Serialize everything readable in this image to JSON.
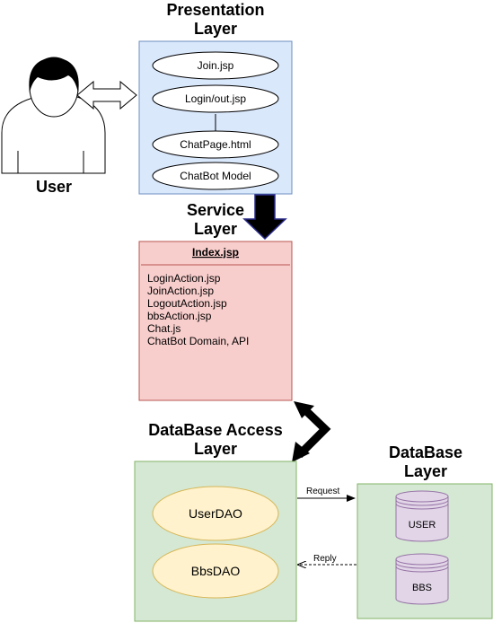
{
  "colors": {
    "presentation_fill": "#dae8fc",
    "presentation_stroke": "#6c8ebf",
    "service_fill": "#f8cecc",
    "service_stroke": "#b85450",
    "db_fill": "#d5e8d4",
    "db_stroke": "#82b366",
    "dao_fill": "#fff2cc",
    "dao_stroke": "#d6b656",
    "cyl_fill": "#e1d5e7",
    "cyl_stroke": "#9673a6",
    "service_arrow_stroke": "#2a2a8a"
  },
  "user": {
    "label": "User"
  },
  "presentation": {
    "title": "Presentation\nLayer",
    "items": [
      "Join.jsp",
      "Login/out.jsp",
      "ChatPage.html",
      "ChatBot Model"
    ]
  },
  "service": {
    "title": "Service\nLayer",
    "header": "Index.jsp",
    "items": [
      "LoginAction.jsp",
      "JoinAction.jsp",
      "LogoutAction.jsp",
      "bbsAction.jsp",
      "Chat.js",
      "ChatBot Domain, API"
    ]
  },
  "dbaccess": {
    "title": "DataBase Access\nLayer",
    "items": [
      "UserDAO",
      "BbsDAO"
    ]
  },
  "database": {
    "title": "DataBase\nLayer",
    "items": [
      "USER",
      "BBS"
    ]
  },
  "edges": {
    "request": "Request",
    "reply": "Reply"
  }
}
